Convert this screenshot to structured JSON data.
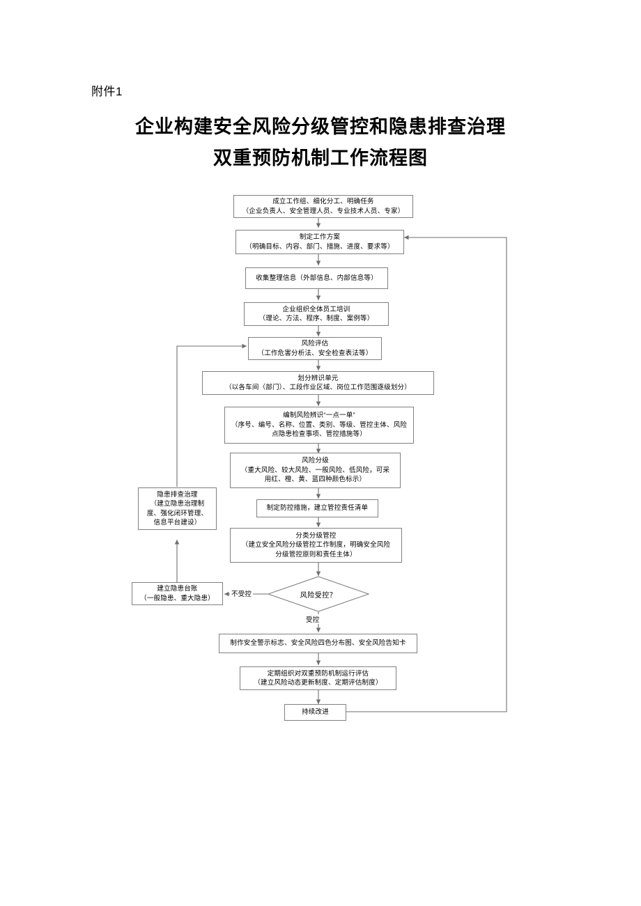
{
  "document": {
    "attachment_label": "附件1",
    "title_line_1": "企业构建安全风险分级管控和隐患排查治理",
    "title_line_2": "双重预防机制工作流程图"
  },
  "colors": {
    "page_background": "#ffffff",
    "node_border": "#808080",
    "node_fill": "#ffffff",
    "edge_stroke": "#6e6e6e",
    "text": "#000000"
  },
  "flowchart": {
    "type": "flowchart",
    "orientation": "top-to-bottom",
    "nodes": [
      {
        "id": "n1",
        "shape": "rectangle",
        "lines": [
          "成立工作组、细化分工、明确任务",
          "（企业负责人、安全管理人员、专业技术人员、专家）"
        ]
      },
      {
        "id": "n2",
        "shape": "rectangle",
        "lines": [
          "制定工作方案",
          "（明确目标、内容、部门、措施、进度、要求等）"
        ]
      },
      {
        "id": "n3",
        "shape": "rectangle",
        "lines": [
          "收集整理信息（外部信息、内部信息等）"
        ]
      },
      {
        "id": "n4",
        "shape": "rectangle",
        "lines": [
          "企业组织全体员工培训",
          "（理论、方法、程序、制度、案例等）"
        ]
      },
      {
        "id": "n5",
        "shape": "rectangle",
        "lines": [
          "风险评估",
          "（工作危害分析法、安全检查表法等）"
        ]
      },
      {
        "id": "n6",
        "shape": "rectangle",
        "lines": [
          "划分辨识单元",
          "（以各车间（部门）、工段作业区域、岗位工作范围逐级划分）"
        ]
      },
      {
        "id": "n7",
        "shape": "rectangle",
        "lines": [
          "编制风险辨识“一点一单”",
          "（序号、编号、名称、位置、类别、等级、管控主体、风险",
          "点隐患检查事项、管控措施等）"
        ]
      },
      {
        "id": "n8",
        "shape": "rectangle",
        "lines": [
          "风险分级",
          "（重大风险、较大风险、一般风险、低风险，可采",
          "用红、橙、黄、蓝四种颜色标示）"
        ]
      },
      {
        "id": "n9",
        "shape": "rectangle",
        "lines": [
          "制定防控措施，建立管控责任清单"
        ]
      },
      {
        "id": "n10",
        "shape": "rectangle",
        "lines": [
          "分类分级管控",
          "（建立安全风险分级管控工作制度，明确安全风险",
          "分级管控原则和责任主体）"
        ]
      },
      {
        "id": "n11",
        "shape": "diamond",
        "lines": [
          "风险受控？"
        ]
      },
      {
        "id": "n12",
        "shape": "rectangle",
        "lines": [
          "制作安全警示标志、安全风险四色分布图、安全风险告知卡"
        ]
      },
      {
        "id": "n13",
        "shape": "rectangle",
        "lines": [
          "定期组织对双重预防机制运行评估",
          "（建立风险动态更新制度、定期评估制度）"
        ]
      },
      {
        "id": "n14",
        "shape": "rectangle",
        "lines": [
          "持续改进"
        ]
      },
      {
        "id": "n15",
        "shape": "rectangle",
        "lines": [
          "建立隐患台账",
          "（一般隐患、重大隐患）"
        ]
      },
      {
        "id": "n16",
        "shape": "rectangle",
        "lines": [
          "隐患排查治理",
          "（建立隐患治理制",
          "度、强化闭环管理、",
          "信息平台建设）"
        ]
      }
    ],
    "edges": [
      {
        "from": "n1",
        "to": "n2",
        "label": ""
      },
      {
        "from": "n2",
        "to": "n3",
        "label": ""
      },
      {
        "from": "n3",
        "to": "n4",
        "label": ""
      },
      {
        "from": "n4",
        "to": "n5",
        "label": ""
      },
      {
        "from": "n5",
        "to": "n6",
        "label": ""
      },
      {
        "from": "n6",
        "to": "n7",
        "label": ""
      },
      {
        "from": "n7",
        "to": "n8",
        "label": ""
      },
      {
        "from": "n8",
        "to": "n9",
        "label": ""
      },
      {
        "from": "n9",
        "to": "n10",
        "label": ""
      },
      {
        "from": "n10",
        "to": "n11",
        "label": ""
      },
      {
        "from": "n11",
        "to": "n15",
        "label": "不受控"
      },
      {
        "from": "n11",
        "to": "n12",
        "label": "受控"
      },
      {
        "from": "n12",
        "to": "n13",
        "label": ""
      },
      {
        "from": "n13",
        "to": "n14",
        "label": ""
      },
      {
        "from": "n14",
        "to": "n2",
        "label": ""
      },
      {
        "from": "n15",
        "to": "n16",
        "label": ""
      },
      {
        "from": "n16",
        "to": "n5",
        "label": ""
      }
    ],
    "edge_labels": {
      "not_controlled": "不受控",
      "controlled": "受控"
    }
  }
}
